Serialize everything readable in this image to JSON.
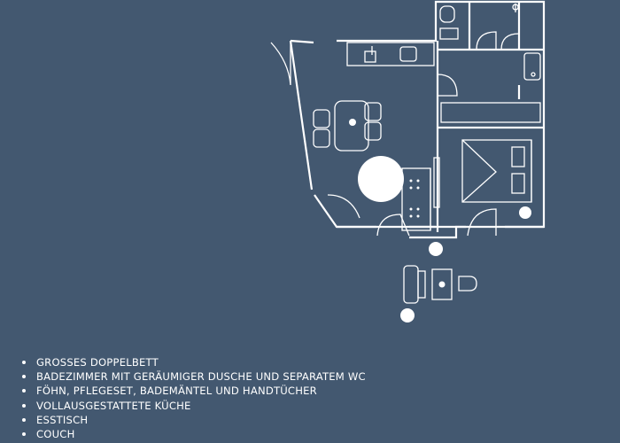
{
  "colors": {
    "background": "#435870",
    "lines": "#ffffff"
  },
  "features": [
    "GROSSES DOPPELBETT",
    "BADEZIMMER MIT GERÄUMIGER DUSCHE UND SEPARATEM WC",
    "FÖHN, PFLEGESET, BADEMÄNTEL UND HANDTÜCHER",
    "VOLLAUSGESTATTETE KÜCHE",
    "ESSTISCH",
    "COUCH"
  ]
}
